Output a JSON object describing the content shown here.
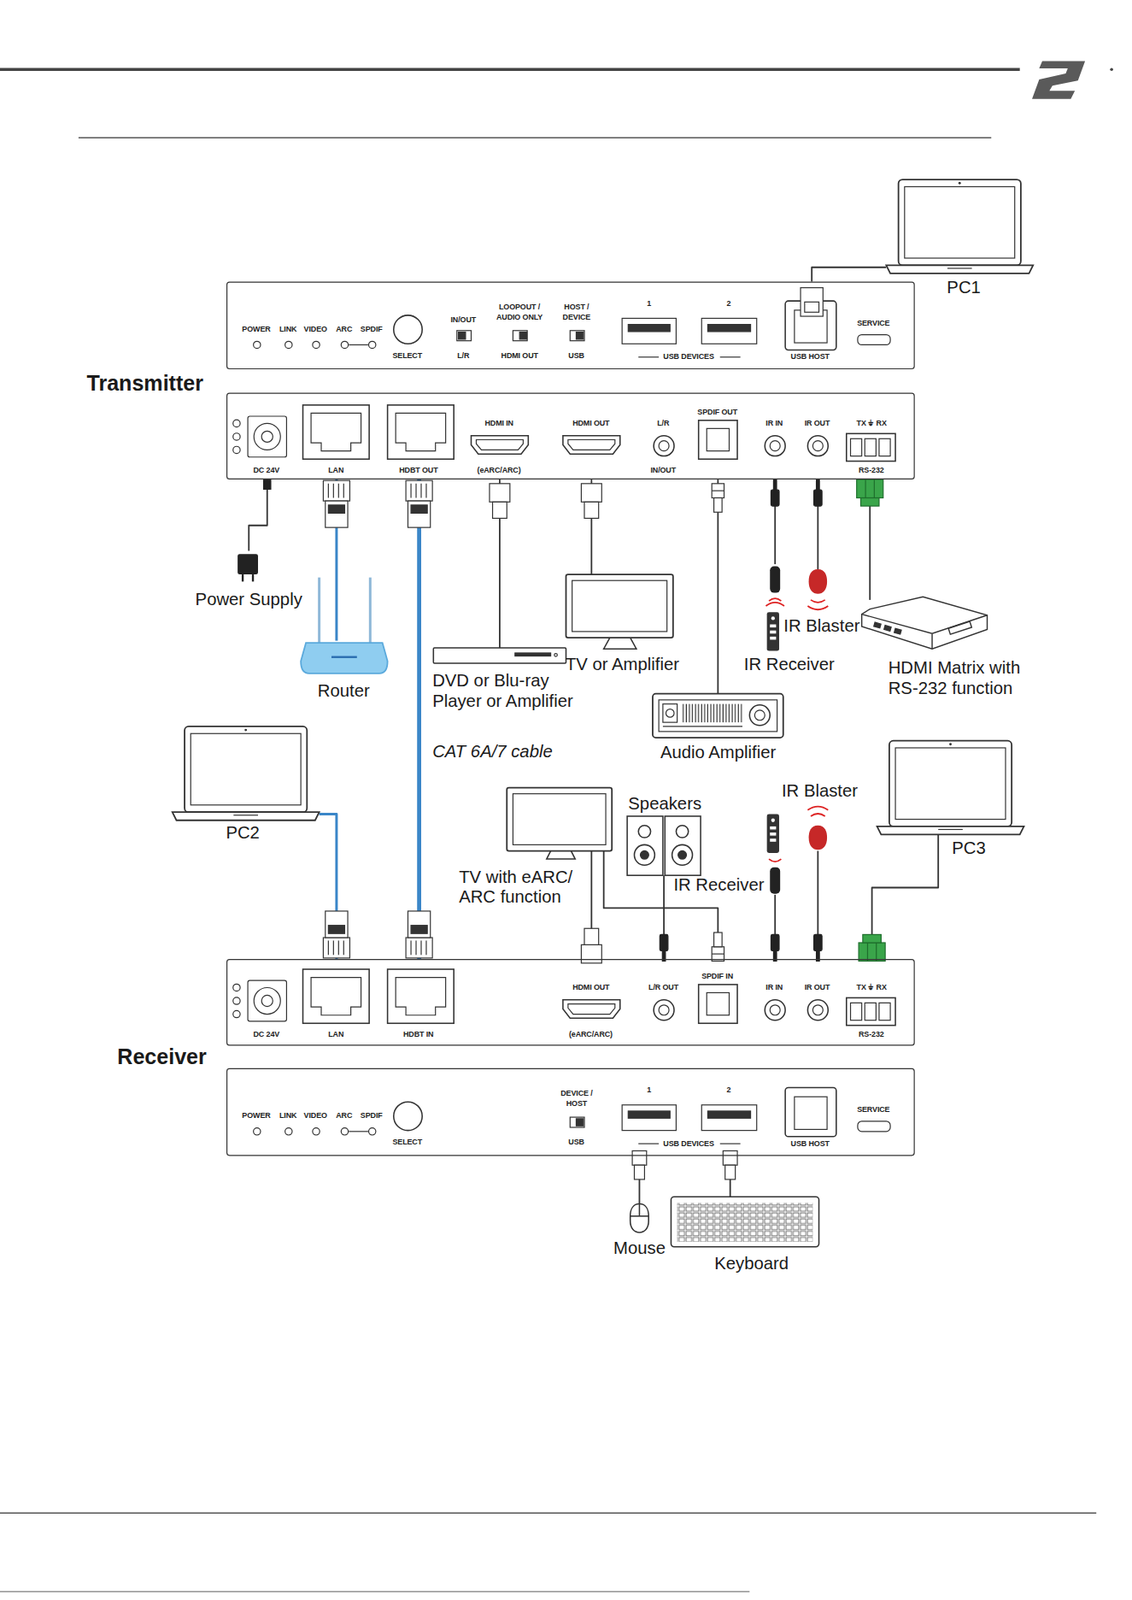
{
  "diagram": {
    "nodes": [
      {
        "text": [
          "PC1"
        ]
      },
      {
        "text": [
          "POWER",
          "LINK",
          "VIDEO",
          "ARC",
          "SPDIF",
          "SELECT",
          "IN/OUT",
          "L/R",
          "LOOPOUT / AUDIO ONLY",
          "HDMI OUT",
          "HOST / DEVICE",
          "USB",
          "1",
          "2",
          "USB DEVICES",
          "USB HOST",
          "SERVICE"
        ]
      },
      {
        "text": [
          "DC 24V",
          "LAN",
          "HDBT OUT",
          "HDMI IN",
          "(eARC/ARC)",
          "HDMI OUT",
          "L/R",
          "IN/OUT",
          "SPDIF OUT",
          "IR IN",
          "IR OUT",
          "TX ⏚ RX",
          "RS-232"
        ]
      },
      {
        "text": [
          "Power Supply"
        ]
      },
      {
        "text": [
          "IR Blaster"
        ]
      },
      {
        "text": [
          "TV or Amplifier"
        ]
      },
      {
        "text": [
          "IR Receiver"
        ]
      },
      {
        "text": [
          "HDMI Matrix with RS-232 function"
        ]
      },
      {
        "text": [
          "Router"
        ]
      },
      {
        "text": [
          "DVD or Blu-ray Player or Amplifier"
        ]
      },
      {
        "text": [
          "Audio Amplifier"
        ]
      },
      {
        "text": [
          "PC2"
        ]
      },
      {
        "text": [
          "IR Blaster"
        ]
      },
      {
        "text": [
          "Speakers"
        ]
      },
      {
        "text": [
          "PC3"
        ]
      },
      {
        "text": [
          "TV with eARC/ ARC function"
        ]
      },
      {
        "text": [
          "IR Receiver"
        ]
      },
      {
        "text": [
          "DC 24V",
          "LAN",
          "HDBT IN",
          "HDMI OUT",
          "(eARC/ARC)",
          "L/R OUT",
          "SPDIF IN",
          "IR IN",
          "IR OUT",
          "TX ⏚ RX",
          "RS-232"
        ]
      },
      {
        "text": [
          "POWER",
          "LINK",
          "VIDEO",
          "ARC",
          "SPDIF",
          "SELECT",
          "DEVICE / HOST",
          "USB",
          "1",
          "2",
          "USB DEVICES",
          "USB HOST",
          "SERVICE"
        ]
      },
      {
        "text": [
          "Mouse"
        ]
      },
      {
        "text": [
          "Keyboard"
        ]
      }
    ],
    "edges": [
      {
        "from": 0,
        "to": 1,
        "arrow": "none"
      },
      {
        "from": 2,
        "to": 3,
        "arrow": "none"
      },
      {
        "from": 2,
        "to": 8,
        "arrow": "none"
      },
      {
        "from": 2,
        "to": 9,
        "arrow": "none"
      },
      {
        "from": 2,
        "to": 5,
        "arrow": "none"
      },
      {
        "from": 2,
        "to": 10,
        "arrow": "none"
      },
      {
        "from": 2,
        "to": 6,
        "arrow": "none"
      },
      {
        "from": 2,
        "to": 4,
        "arrow": "none"
      },
      {
        "from": 2,
        "to": 7,
        "arrow": "none"
      },
      {
        "from": 2,
        "to": 17,
        "label": "CAT 6A/7 cable",
        "arrow": "none"
      },
      {
        "from": 11,
        "to": 17,
        "arrow": "none"
      },
      {
        "from": 15,
        "to": 17,
        "arrow": "none"
      },
      {
        "from": 15,
        "to": 17,
        "arrow": "none"
      },
      {
        "from": 13,
        "to": 17,
        "arrow": "none"
      },
      {
        "from": 16,
        "to": 17,
        "arrow": "none"
      },
      {
        "from": 12,
        "to": 17,
        "arrow": "none"
      },
      {
        "from": 14,
        "to": 17,
        "arrow": "none"
      },
      {
        "from": 18,
        "to": 19,
        "arrow": "none"
      },
      {
        "from": 18,
        "to": 20,
        "arrow": "none"
      }
    ],
    "labels": [
      "Transmitter",
      "Receiver"
    ]
  }
}
